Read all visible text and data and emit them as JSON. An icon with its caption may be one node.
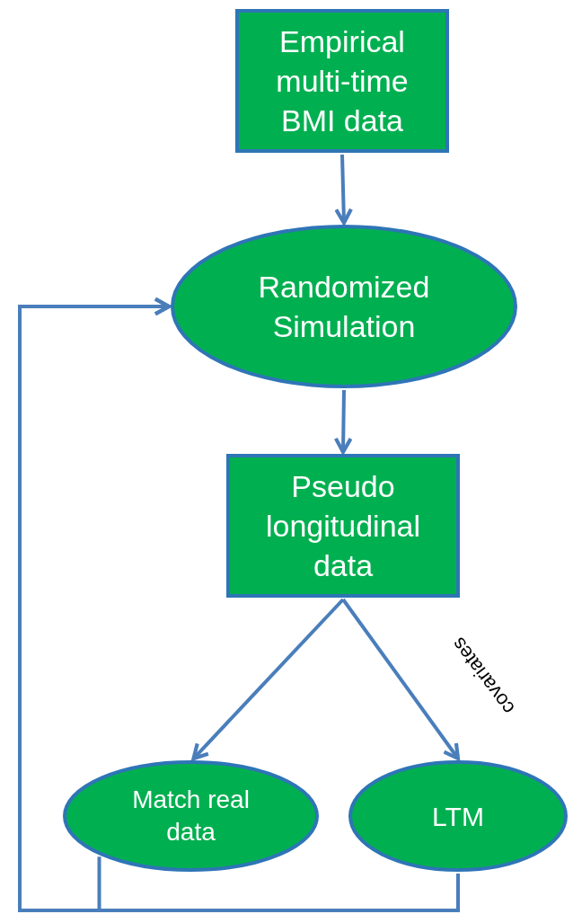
{
  "diagram": {
    "nodes": [
      {
        "text": [
          "Empirical multi-time BMI data"
        ]
      },
      {
        "text": [
          "Randomized Simulation"
        ]
      },
      {
        "text": [
          "Pseudo longitudinal data"
        ]
      },
      {
        "text": [
          "Match real data"
        ]
      },
      {
        "text": [
          "LTM"
        ]
      }
    ],
    "edges": [
      {
        "from": 0,
        "to": 1,
        "arrow": "to"
      },
      {
        "from": 1,
        "to": 2,
        "arrow": "to"
      },
      {
        "from": 2,
        "to": 3,
        "arrow": "to"
      },
      {
        "from": 2,
        "to": 4,
        "arrow": "to",
        "label": "covariates"
      },
      {
        "from": 3,
        "to": 1,
        "arrow": "to"
      },
      {
        "from": 4,
        "to": 1,
        "arrow": "to"
      }
    ]
  }
}
